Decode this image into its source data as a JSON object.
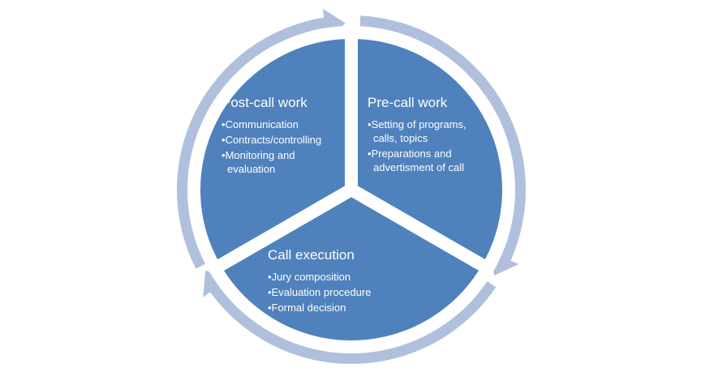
{
  "colors": {
    "segment": "#4f81bd",
    "ring": "#b0c0dc",
    "gap": "#ffffff"
  },
  "segments": [
    {
      "title": "Pre-call work",
      "items": [
        "Setting of programs, calls, topics",
        "Preparations and advertisment of call"
      ]
    },
    {
      "title": "Call execution",
      "items": [
        "Jury composition",
        "Evaluation procedure",
        "Formal decision"
      ]
    },
    {
      "title": "Post-call work",
      "items": [
        "Communication",
        "Contracts/controlling",
        "Monitoring and evaluation"
      ]
    }
  ]
}
